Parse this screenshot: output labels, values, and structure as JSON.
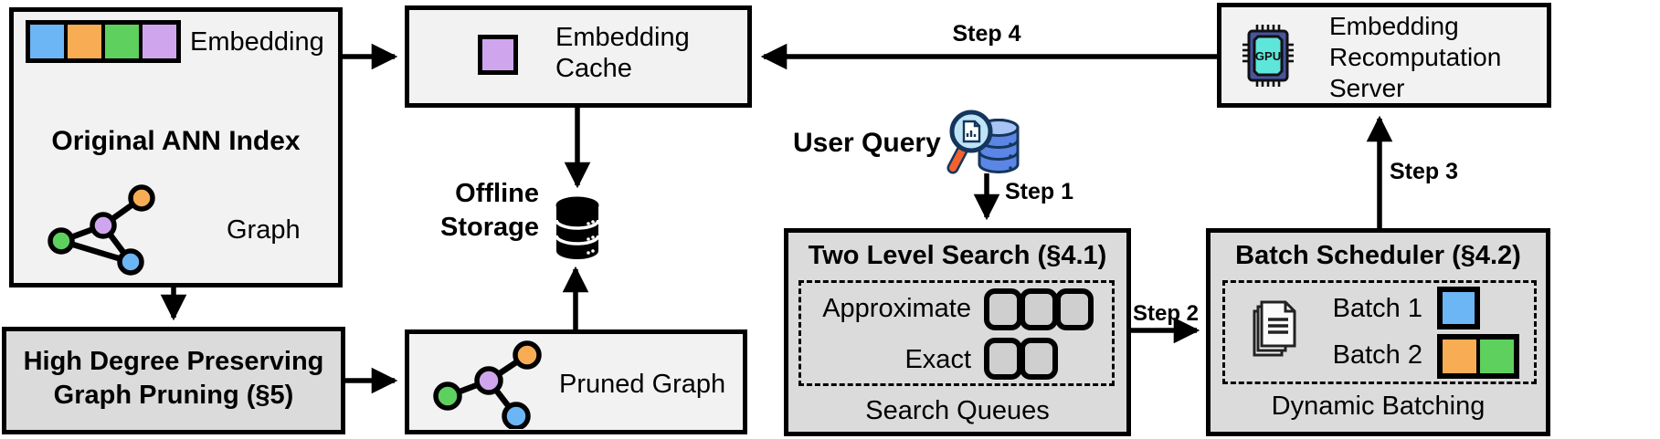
{
  "diagram": {
    "ann_index": {
      "title": "Original ANN Index",
      "embedding_label": "Embedding",
      "graph_label": "Graph"
    },
    "pruning": {
      "lines": [
        "High Degree Preserving",
        "Graph Pruning (§5)"
      ]
    },
    "embedding_cache": {
      "lines": [
        "Embedding",
        "Cache"
      ]
    },
    "offline_storage": {
      "lines": [
        "Offline",
        "Storage"
      ]
    },
    "pruned_graph": {
      "label": "Pruned Graph"
    },
    "user_query": {
      "label": "User Query"
    },
    "two_level_search": {
      "title": "Two Level Search (§4.1)",
      "rows": [
        {
          "label": "Approximate",
          "slots": 3
        },
        {
          "label": "Exact",
          "slots": 2
        }
      ],
      "footer": "Search Queues"
    },
    "batch_scheduler": {
      "title": "Batch Scheduler (§4.2)",
      "batches": [
        {
          "label": "Batch 1"
        },
        {
          "label": "Batch 2"
        }
      ],
      "footer": "Dynamic Batching"
    },
    "recomputation_server": {
      "lines": [
        "Embedding",
        "Recomputation",
        "Server"
      ],
      "gpu_label": "GPU"
    },
    "steps": [
      "Step 1",
      "Step 2",
      "Step 3",
      "Step 4"
    ],
    "colors": {
      "blue": "#6cb6f5",
      "orange": "#f8ad54",
      "green": "#5ed05e",
      "purple": "#cfa6ee"
    }
  }
}
